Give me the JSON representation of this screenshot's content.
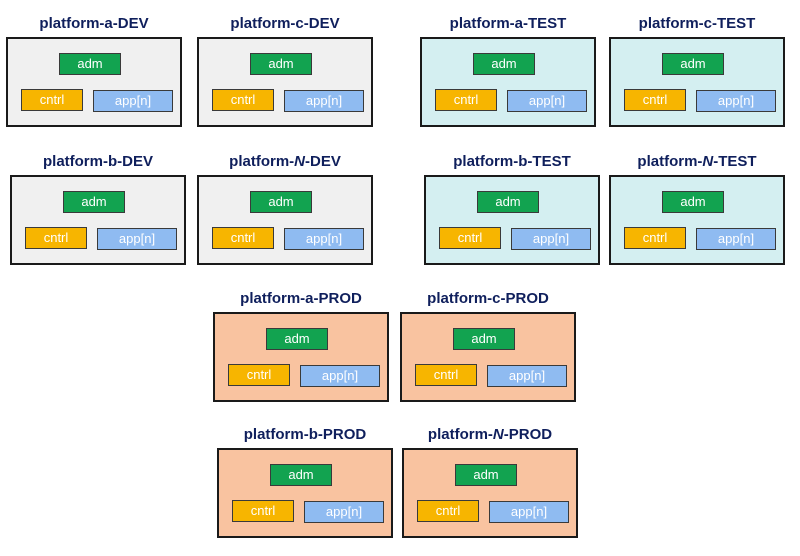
{
  "colors": {
    "title_text": "#0f1f5c",
    "adm": "#12a350",
    "cntrl": "#f7b500",
    "app": "#8fbbf1",
    "border": "#1a1a1a"
  },
  "environments": {
    "DEV": {
      "fill": "#f0f0f0"
    },
    "TEST": {
      "fill": "#d4eff1"
    },
    "PROD": {
      "fill": "#f9c3a0"
    }
  },
  "platforms": [
    {
      "id": "platform-a-dev",
      "name_prefix": "platform-",
      "name_var": "a",
      "name_suffix": "-DEV",
      "env": "DEV",
      "adm": "adm",
      "cntrl": "cntrl",
      "app": "app[n]"
    },
    {
      "id": "platform-c-dev",
      "name_prefix": "platform-",
      "name_var": "c",
      "name_suffix": "-DEV",
      "env": "DEV",
      "adm": "adm",
      "cntrl": "cntrl",
      "app": "app[n]"
    },
    {
      "id": "platform-a-test",
      "name_prefix": "platform-",
      "name_var": "a",
      "name_suffix": "-TEST",
      "env": "TEST",
      "adm": "adm",
      "cntrl": "cntrl",
      "app": "app[n]"
    },
    {
      "id": "platform-c-test",
      "name_prefix": "platform-",
      "name_var": "c",
      "name_suffix": "-TEST",
      "env": "TEST",
      "adm": "adm",
      "cntrl": "cntrl",
      "app": "app[n]"
    },
    {
      "id": "platform-b-dev",
      "name_prefix": "platform-",
      "name_var": "b",
      "name_suffix": "-DEV",
      "env": "DEV",
      "adm": "adm",
      "cntrl": "cntrl",
      "app": "app[n]"
    },
    {
      "id": "platform-n-dev",
      "name_prefix": "platform-",
      "name_var": "N",
      "name_var_italic": true,
      "name_suffix": "-DEV",
      "env": "DEV",
      "adm": "adm",
      "cntrl": "cntrl",
      "app": "app[n]"
    },
    {
      "id": "platform-b-test",
      "name_prefix": "platform-",
      "name_var": "b",
      "name_suffix": "-TEST",
      "env": "TEST",
      "adm": "adm",
      "cntrl": "cntrl",
      "app": "app[n]"
    },
    {
      "id": "platform-n-test",
      "name_prefix": "platform-",
      "name_var": "N",
      "name_var_italic": true,
      "name_suffix": "-TEST",
      "env": "TEST",
      "adm": "adm",
      "cntrl": "cntrl",
      "app": "app[n]"
    },
    {
      "id": "platform-a-prod",
      "name_prefix": "platform-",
      "name_var": "a",
      "name_suffix": "-PROD",
      "env": "PROD",
      "adm": "adm",
      "cntrl": "cntrl",
      "app": "app[n]"
    },
    {
      "id": "platform-c-prod",
      "name_prefix": "platform-",
      "name_var": "c",
      "name_suffix": "-PROD",
      "env": "PROD",
      "adm": "adm",
      "cntrl": "cntrl",
      "app": "app[n]"
    },
    {
      "id": "platform-b-prod",
      "name_prefix": "platform-",
      "name_var": "b",
      "name_suffix": "-PROD",
      "env": "PROD",
      "adm": "adm",
      "cntrl": "cntrl",
      "app": "app[n]"
    },
    {
      "id": "platform-n-prod",
      "name_prefix": "platform-",
      "name_var": "N",
      "name_var_italic": true,
      "name_suffix": "-PROD",
      "env": "PROD",
      "adm": "adm",
      "cntrl": "cntrl",
      "app": "app[n]"
    }
  ]
}
